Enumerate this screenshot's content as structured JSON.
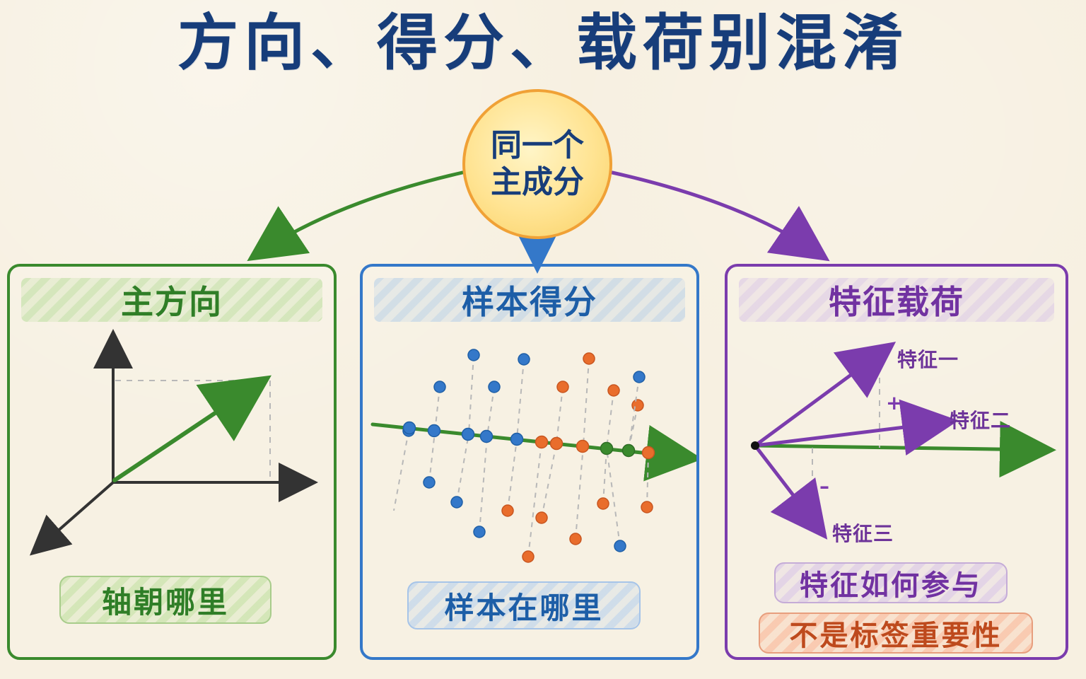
{
  "title": "方向、得分、载荷别混淆",
  "center_node": {
    "line1": "同一个",
    "line2": "主成分"
  },
  "panels": {
    "direction": {
      "title": "主方向",
      "caption": "轴朝哪里"
    },
    "scores": {
      "title": "样本得分",
      "caption": "样本在哪里"
    },
    "loadings": {
      "title": "特征载荷",
      "feature_labels": [
        "特征一",
        "特征二",
        "特征三"
      ],
      "signs": [
        "+",
        "–"
      ],
      "caption_primary": "特征如何参与",
      "caption_secondary": "不是标签重要性"
    }
  },
  "colors": {
    "title": "#173d7a",
    "green": "#3a8a2d",
    "blue": "#3478c9",
    "purple": "#7b3cad",
    "orange": "#e96d2c",
    "center_fill": "#ffe391",
    "center_border": "#f0a136"
  }
}
